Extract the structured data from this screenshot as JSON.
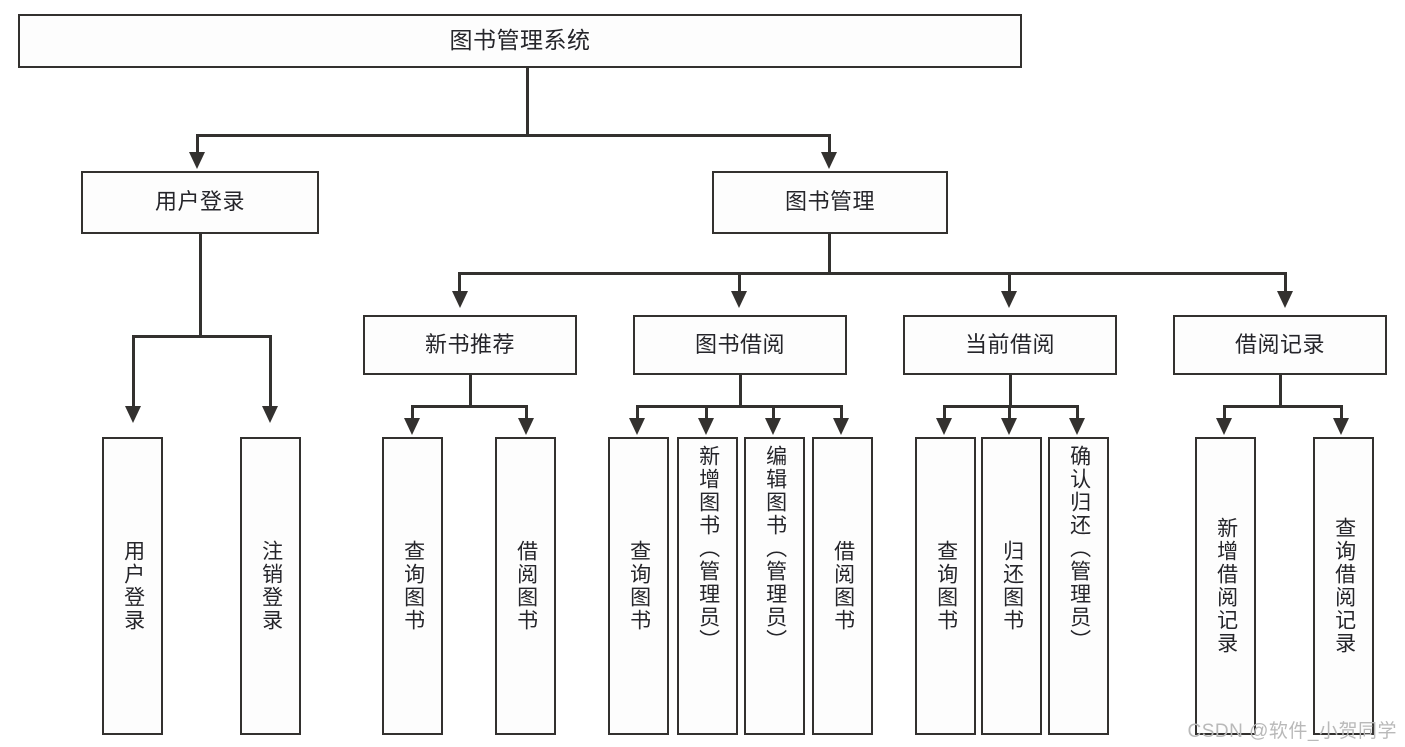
{
  "diagram": {
    "title": "图书管理系统",
    "type": "tree-hierarchy-chart",
    "watermark": "CSDN @软件_小贺同学",
    "colors": {
      "line": "#33312f",
      "box_border": "#33312f",
      "box_fill": "#fdfdfd",
      "text": "#25252a",
      "watermark": "#b9b9b9",
      "background": "#ffffff"
    },
    "nodes": {
      "root": {
        "label": "图书管理系统"
      },
      "level1": [
        {
          "label": "用户登录"
        },
        {
          "label": "图书管理"
        }
      ],
      "level2": [
        {
          "label": "新书推荐"
        },
        {
          "label": "图书借阅"
        },
        {
          "label": "当前借阅"
        },
        {
          "label": "借阅记录"
        }
      ],
      "leaves": {
        "user_login": [
          {
            "label": "用户登录"
          },
          {
            "label": "注销登录"
          }
        ],
        "new_book": [
          {
            "label": "查询图书"
          },
          {
            "label": "借阅图书"
          }
        ],
        "book_borrow": [
          {
            "label": "查询图书"
          },
          {
            "label": "新增图书（管理员）"
          },
          {
            "label": "编辑图书（管理员）"
          },
          {
            "label": "借阅图书"
          }
        ],
        "current_borrow": [
          {
            "label": "查询图书"
          },
          {
            "label": "归还图书"
          },
          {
            "label": "确认归还（管理员）"
          }
        ],
        "borrow_record": [
          {
            "label": "新增借阅记录"
          },
          {
            "label": "查询借阅记录"
          }
        ]
      }
    }
  }
}
